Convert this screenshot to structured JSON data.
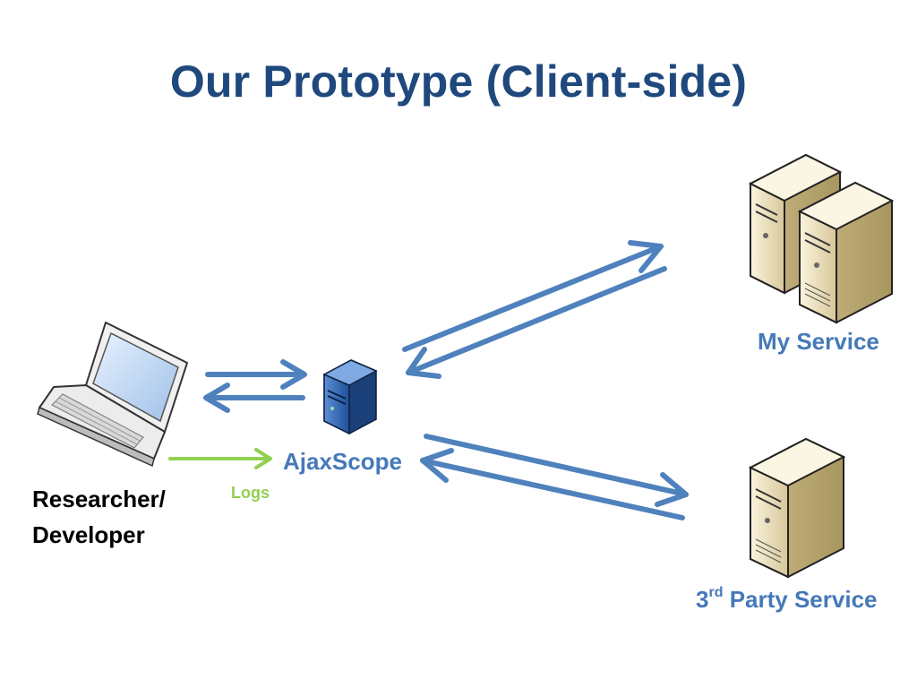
{
  "slide": {
    "title": "Our Prototype (Client-side)"
  },
  "nodes": {
    "researcher": {
      "line1": "Researcher/",
      "line2": "Developer",
      "icon": "laptop-icon"
    },
    "ajaxscope": {
      "label": "AjaxScope",
      "icon": "server-tower-icon"
    },
    "my_service": {
      "label": "My Service",
      "icon": "server-pair-icon"
    },
    "third_party": {
      "number": "3",
      "suffix": "rd",
      "label": "Party Service",
      "icon": "server-icon"
    }
  },
  "edges": {
    "logs_label": "Logs"
  },
  "colors": {
    "title": "#1f497d",
    "label": "#4579b8",
    "arrow": "#4f81bd",
    "logs": "#92d050"
  }
}
